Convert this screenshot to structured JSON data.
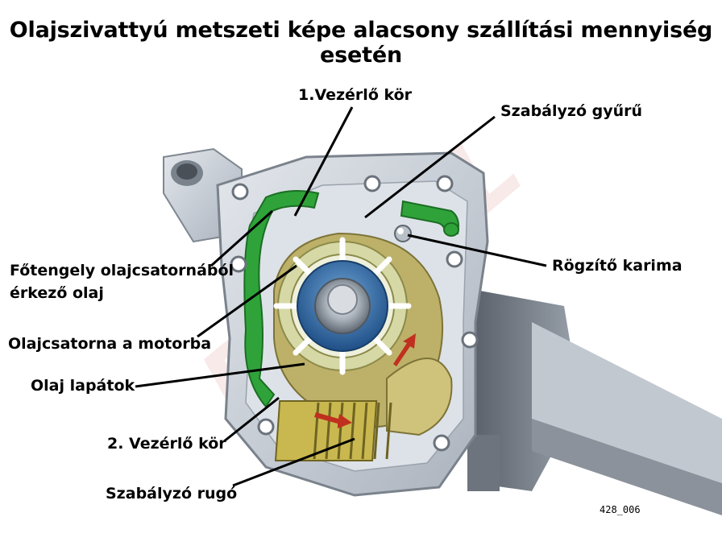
{
  "title": "Olajszivattyú metszeti képe alacsony szállítási mennyiség esetén",
  "labels": {
    "control_circuit_1": "1.Vezérlő kör",
    "regulating_ring": "Szabályzó gyűrű",
    "locking_flange": "Rögzítő karima",
    "crankshaft_oil_line1": "Főtengely olajcsatornából",
    "crankshaft_oil_line2": "érkező olaj",
    "oil_channel_to_engine": "Olajcsatorna a motorba",
    "oil_vanes": "Olaj lapátok",
    "control_circuit_2": "2. Vezérlő kör",
    "regulating_spring": "Szabályzó rugó"
  },
  "figure_code": "428_006",
  "colors": {
    "housing": "#c7cdd5",
    "oil_channel": "#2fa33a",
    "regulating_ring": "#bdb169",
    "rotor_hub": "#2f6fae",
    "arrow": "#c0301f",
    "leader_line": "#000000"
  }
}
